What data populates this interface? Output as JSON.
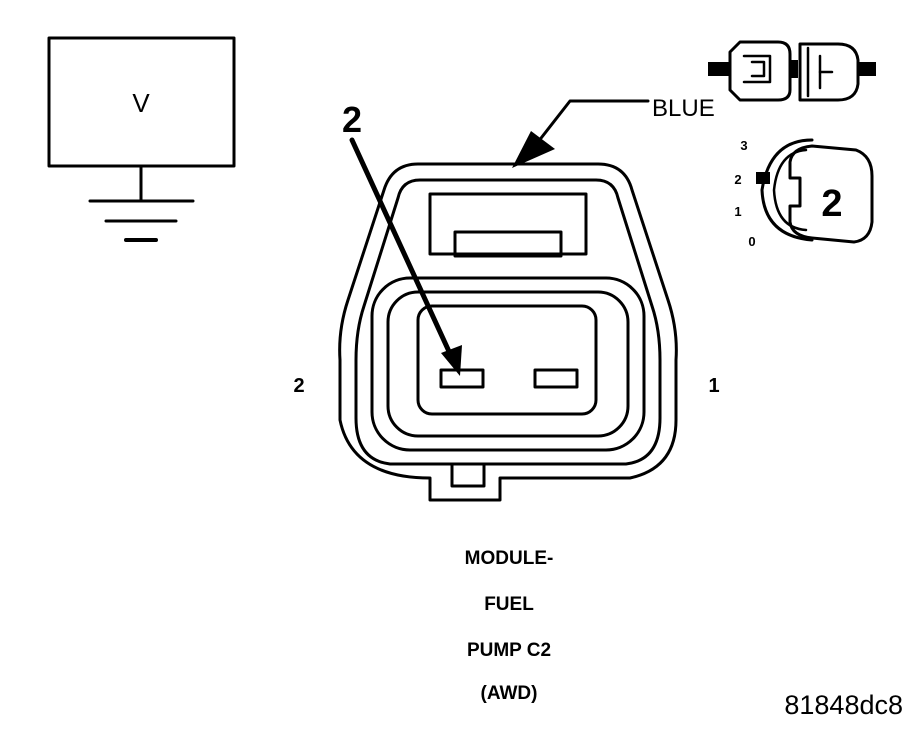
{
  "meter": {
    "label": "V"
  },
  "callout": {
    "pin_number": "2",
    "wire_color": "BLUE"
  },
  "connector": {
    "pin_left_label": "2",
    "pin_right_label": "1",
    "name_lines": [
      "MODULE-",
      "FUEL",
      "PUMP C2",
      "(AWD)"
    ]
  },
  "selector": {
    "scale": [
      "3",
      "2",
      "1",
      "0"
    ],
    "selected": "2"
  },
  "figure_id": "81848dc8"
}
